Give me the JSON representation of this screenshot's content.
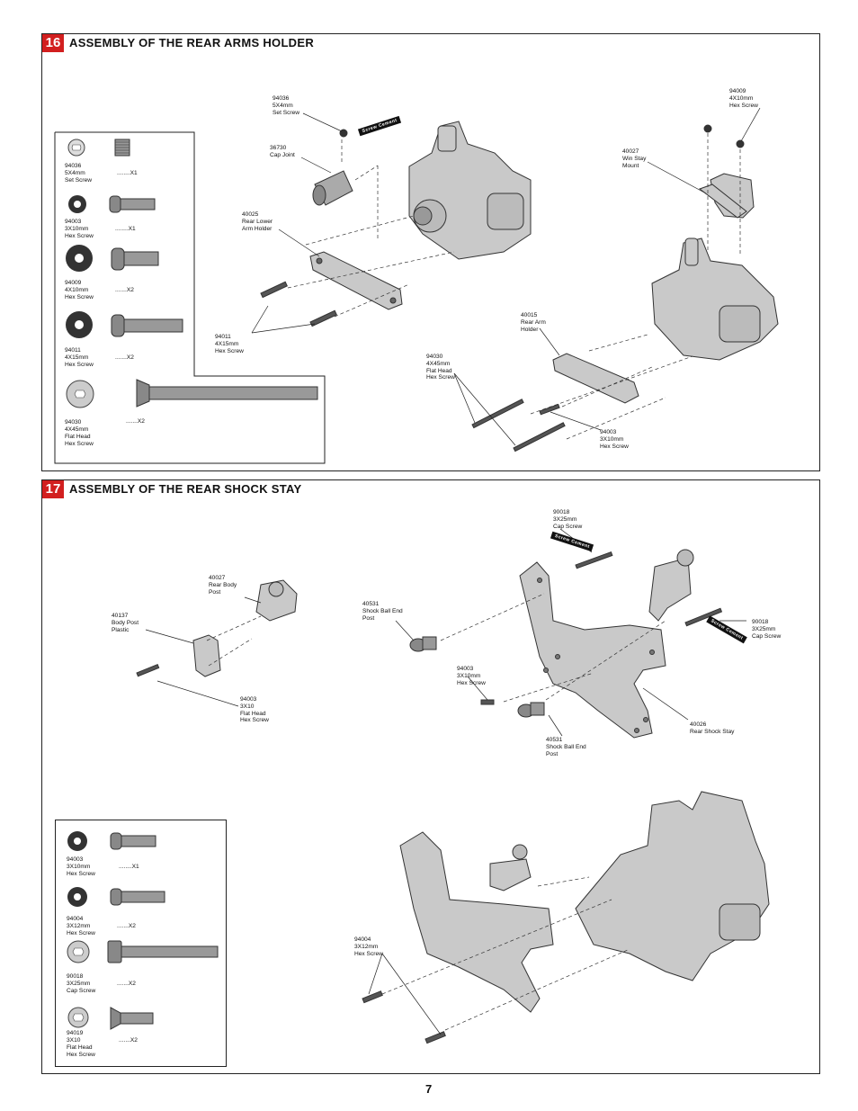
{
  "page_number": "7",
  "colors": {
    "step_badge": "#d21f1f",
    "part_fill": "#c9c9c9",
    "part_stroke": "#333333"
  },
  "step16": {
    "number": "16",
    "title": "ASSEMBLY OF THE REAR ARMS HOLDER",
    "kit": [
      {
        "code": "94036",
        "size": "5X4mm",
        "type": "Set Screw",
        "qty": "........X1"
      },
      {
        "code": "94003",
        "size": "3X10mm",
        "type": "Hex Screw",
        "qty": "........X1"
      },
      {
        "code": "94009",
        "size": "4X10mm",
        "type": "Hex Screw",
        "qty": ".......X2"
      },
      {
        "code": "94011",
        "size": "4X15mm",
        "type": "Hex Screw",
        "qty": ".......X2"
      },
      {
        "code": "94030",
        "size": "4X45mm",
        "type": "Flat Head\nHex Screw",
        "qty": ".......X2"
      }
    ],
    "callouts": {
      "c94036": "94036\n5X4mm\nSet Screw",
      "c36730": "36730\nCap Joint",
      "c40025": "40025\nRear Lower\nArm Holder",
      "c94011": "94011\n4X15mm\nHex Screw",
      "c94009": "94009\n4X10mm\nHex Screw",
      "c40027": "40027\nWin Stay\nMount",
      "c40015": "40015\nRear Arm\nHolder",
      "c94030": "94030\n4X45mm\nFlat Head\nHex Screw",
      "c94003": "94003\n3X10mm\nHex Screw"
    },
    "cement": "Screw Cement"
  },
  "step17": {
    "number": "17",
    "title": "ASSEMBLY OF THE REAR SHOCK STAY",
    "kit": [
      {
        "code": "94003",
        "size": "3X10mm",
        "type": "Hex Screw",
        "qty": "........X1"
      },
      {
        "code": "94004",
        "size": "3X12mm",
        "type": "Hex Screw",
        "qty": ".......X2"
      },
      {
        "code": "90018",
        "size": "3X25mm",
        "type": "Cap Screw",
        "qty": ".......X2"
      },
      {
        "code": "94019",
        "size": "3X10",
        "type": "Flat Head\nHex Screw",
        "qty": ".......X2"
      }
    ],
    "callouts": {
      "c40027": "40027\nRear Body\nPost",
      "c40137": "40137\nBody Post\nPlastic",
      "c94003a": "94003\n3X10\nFlat Head\nHex Screw",
      "c90018a": "90018\n3X25mm\nCap Screw",
      "c40531a": "40531\nShock Ball End\nPost",
      "c94003b": "94003\n3X10mm\nHex Screw",
      "c90018b": "90018\n3X25mm\nCap Screw",
      "c40026": "40026\nRear Shock Stay",
      "c40531b": "40531\nShock Ball End\nPost",
      "c94004": "94004\n3X12mm\nHex Screw"
    },
    "cement": "Screw Cement"
  }
}
